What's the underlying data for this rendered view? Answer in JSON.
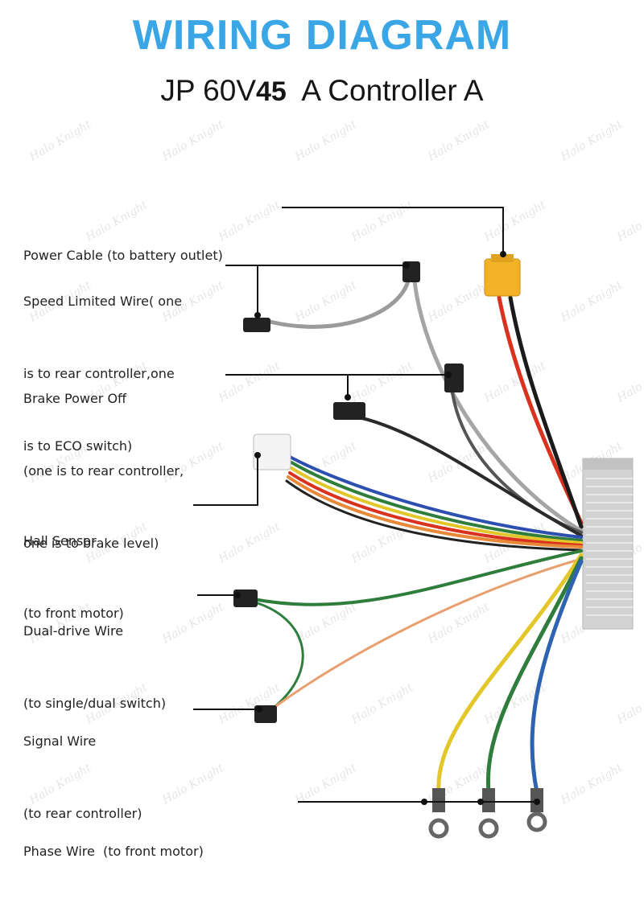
{
  "header": {
    "title": "WIRING DIAGRAM",
    "subtitle_prefix": "JP 60V",
    "subtitle_number": "45",
    "subtitle_suffix": "  A Controller A"
  },
  "watermark": {
    "text": "Halo Knight"
  },
  "callouts": {
    "power_cable": {
      "lines": [
        "Power Cable (to battery outlet)"
      ]
    },
    "speed_limited": {
      "lines": [
        "Speed Limited Wire( one",
        "is to rear controller,one",
        "is to ECO switch)"
      ]
    },
    "brake_power_off": {
      "lines": [
        "Brake Power Off",
        "(one is to rear controller,",
        "one is to brake level)"
      ]
    },
    "hall_sensor": {
      "lines": [
        "Hall Sensor",
        "(to front motor)"
      ]
    },
    "dual_drive": {
      "lines": [
        "Dual-drive Wire",
        "(to single/dual switch)"
      ]
    },
    "signal_wire": {
      "lines": [
        "Signal Wire",
        "(to rear controller)"
      ]
    },
    "phase_wire": {
      "lines": [
        "Phase Wire  (to front motor)"
      ]
    }
  },
  "colors": {
    "title": "#3aa6e6",
    "wire_red": "#d9321f",
    "wire_black": "#1b1b1b",
    "wire_yellow": "#e3c72a",
    "wire_green": "#2f7d3c",
    "wire_blue": "#2d63b0",
    "wire_orange": "#e8893a",
    "wire_gray": "#9b9b9b",
    "connector_yellow": "#f1b227",
    "controller": "#d6d6d6"
  }
}
